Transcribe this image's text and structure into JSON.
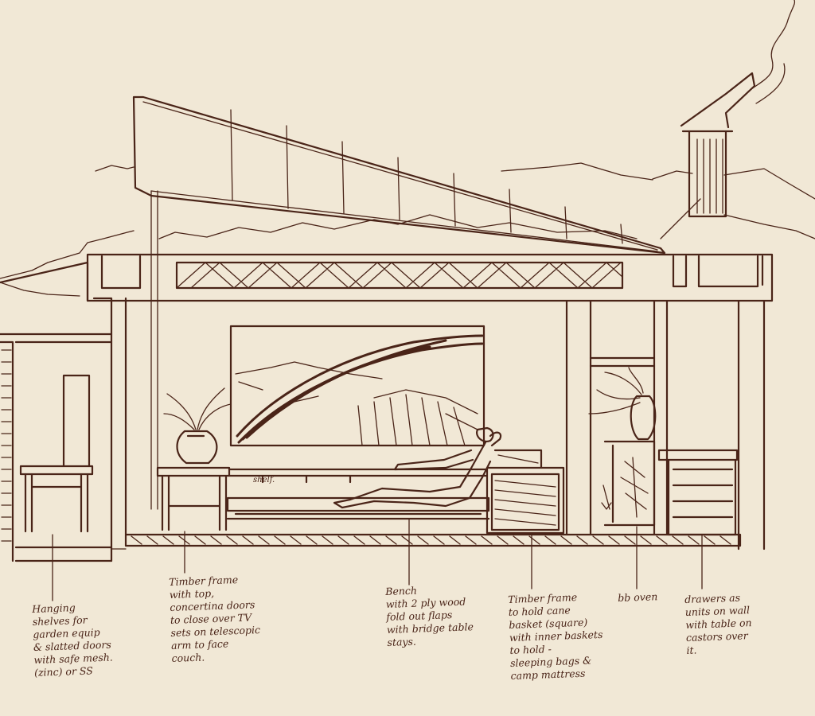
{
  "colors": {
    "paper": "#f1e8d6",
    "ink": "#4a2418"
  },
  "labels": {
    "shelf": "shelf.",
    "notes": [
      {
        "id": "garden",
        "text": "Hanging\nshelves for\ngarden equip\n& slatted doors\nwith safe mesh.\n(zinc) or SS"
      },
      {
        "id": "timber",
        "text": "Timber frame\nwith top,\nconcertina doors\nto close over TV\nsets on telescopic\narm to face\ncouch."
      },
      {
        "id": "bench",
        "text": "Bench\nwith 2 ply wood\nfold out flaps\nwith bridge table\nstays."
      },
      {
        "id": "basket",
        "text": "Timber frame\nto hold cane\nbasket (square)\nwith inner baskets\nto hold -\nsleeping bags &\ncamp mattress"
      },
      {
        "id": "oven",
        "text": "bb oven"
      },
      {
        "id": "drawers",
        "text": "drawers as\nunits on wall\nwith table on\ncastors over\nit."
      }
    ]
  }
}
